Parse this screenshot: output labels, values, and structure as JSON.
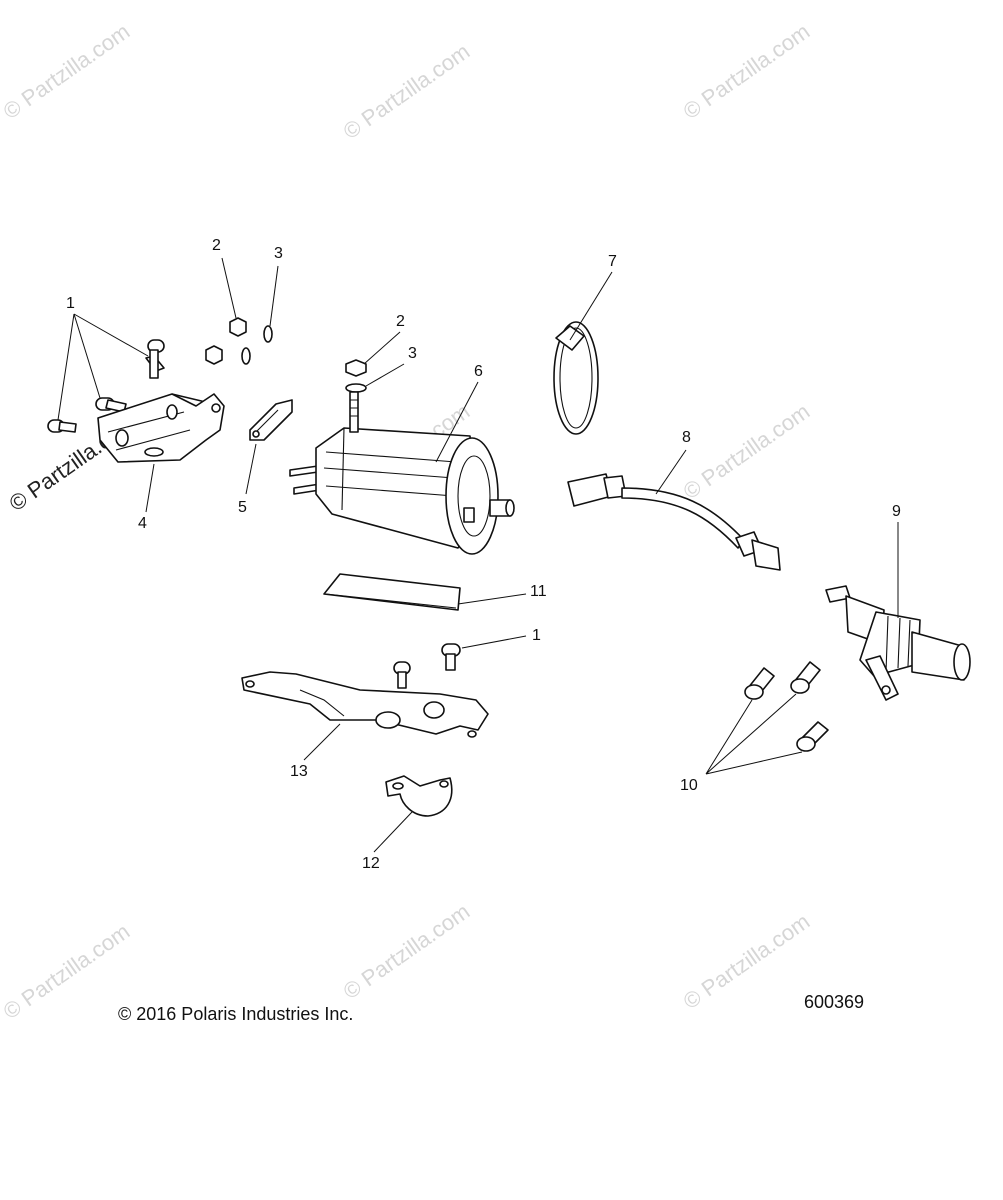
{
  "callouts": [
    "1",
    "2",
    "3",
    "4",
    "5",
    "6",
    "7",
    "8",
    "9",
    "10",
    "11",
    "12",
    "13"
  ],
  "watermark": "© Partzilla.com",
  "footer": {
    "copyright": "© 2016 Polaris Industries Inc.",
    "diagram_number": "600369"
  }
}
